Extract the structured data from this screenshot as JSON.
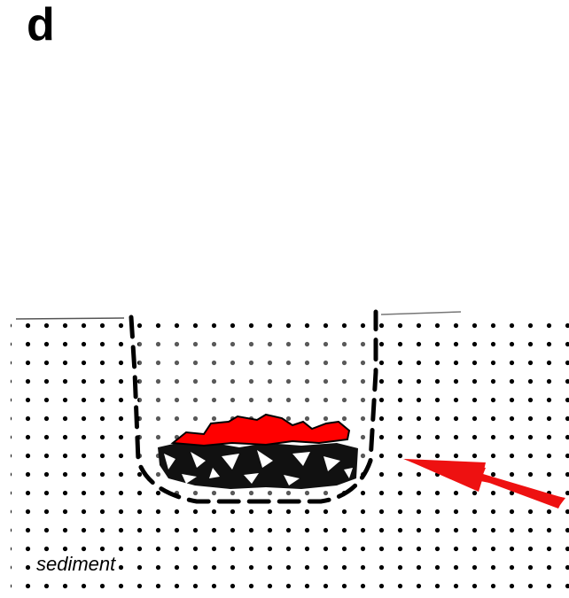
{
  "panel_label": "d",
  "labels": {
    "sediment": "sediment"
  },
  "colors": {
    "background": "#ffffff",
    "dot": "#000000",
    "infill_top": "#ff0000",
    "infill_fragments": "#000000",
    "arrow": "#ee1111"
  },
  "arrow": {
    "icon": "arrow-icon",
    "direction": "pointing-left-up"
  }
}
